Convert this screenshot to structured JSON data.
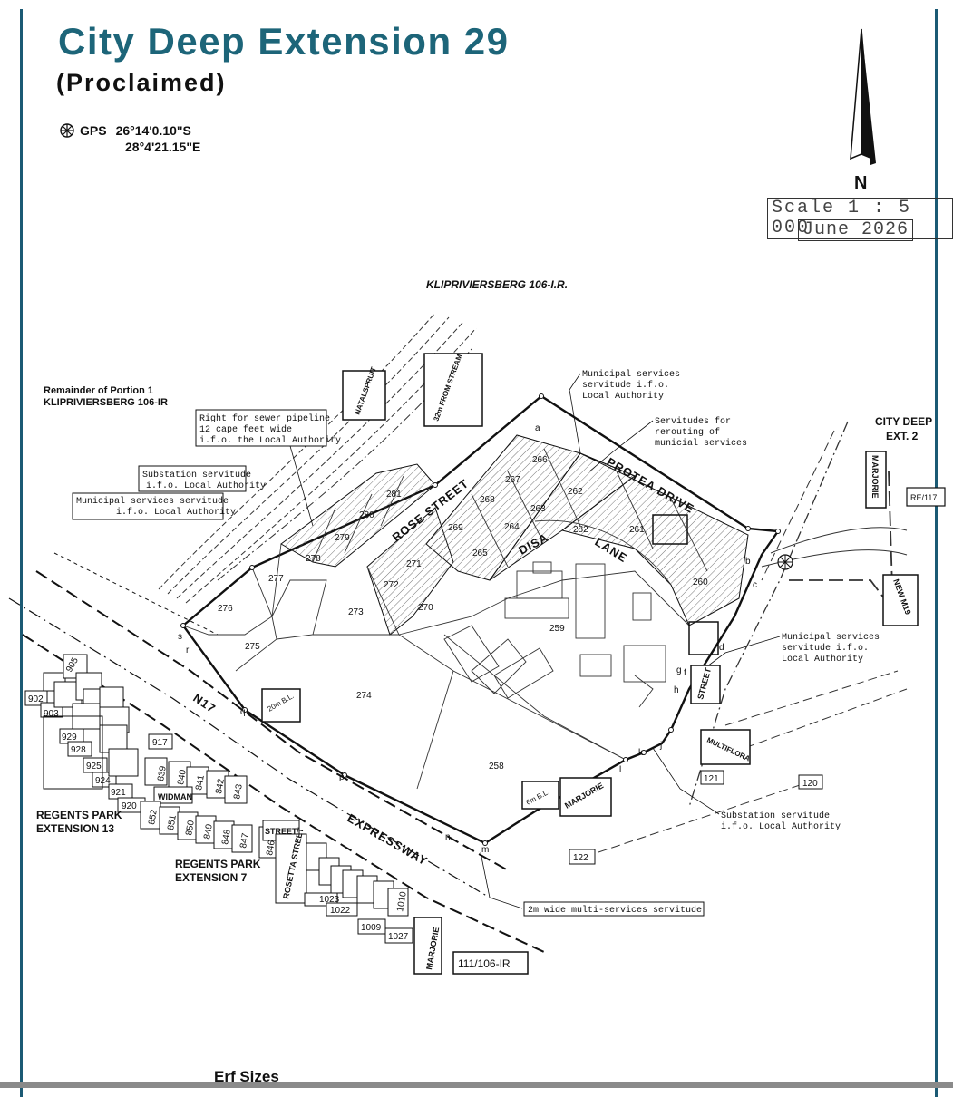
{
  "header": {
    "title": "City Deep Extension 29",
    "subtitle": "(Proclaimed)",
    "gps_label": "GPS",
    "gps_lat": "26°14'0.10\"S",
    "gps_lon": "28°4'21.15\"E",
    "gps_icon": "gps-marker-icon"
  },
  "north_arrow": {
    "label": "N",
    "icon": "north-arrow-icon"
  },
  "scale": {
    "text": "Scale 1 : 5 000",
    "date": "June 2026"
  },
  "colors": {
    "title": "#1d6579",
    "border": "#1b5a74",
    "ink": "#111111"
  },
  "map": {
    "farm_label": "KLIPRIVIERSBERG 106-I.R.",
    "remainder_label_1": "Remainder of Portion 1",
    "remainder_label_2": "KLIPRIVIERSBERG 106-IR",
    "city_deep_1": "CITY DEEP",
    "city_deep_2": "EXT. 2",
    "regents_13_1": "REGENTS PARK",
    "regents_13_2": "EXTENSION 13",
    "regents_7_1": "REGENTS PARK",
    "regents_7_2": "EXTENSION 7",
    "roads": {
      "rose": "ROSE STREET",
      "protea": "PROTEA DRIVE",
      "disa": "DISA LANE",
      "n17": "N17",
      "expressway": "EXPRESSWAY",
      "marjorie": "MARJORIE",
      "new_m19": "NEW M19",
      "multiflora": "MULTIFLORA",
      "street": "STREET",
      "widman": "WIDMAN",
      "rosetta": "ROSETTA STREET",
      "natalspruit": "NATALSPRUIT",
      "stream": "32m FROM STREAM"
    },
    "notes": {
      "sewer_1": "Right for sewer pipeline",
      "sewer_2": "12 cape feet wide",
      "sewer_3": "i.f.o. the Local Authority",
      "substation_1": "Substation servitude",
      "substation_2": "i.f.o. Local Authority",
      "municipal_1": "Municipal services servitude",
      "municipal_2": "i.f.o. Local Authority",
      "muni_top_1": "Municipal services",
      "muni_top_2": "servitude i.f.o.",
      "muni_top_3": "Local Authority",
      "reroute_1": "Servitudes for",
      "reroute_2": "rerouting of",
      "reroute_3": "municial services",
      "muni_right_1": "Municipal services",
      "muni_right_2": "servitude i.f.o.",
      "muni_right_3": "Local Authority",
      "subst_bottom_1": "Substation servitude",
      "subst_bottom_2": "i.f.o. Local Authority",
      "multi_servitude": "2m wide multi-services servitude",
      "bl20": "20m B.L.",
      "bl6": "6m B.L.",
      "re117": "RE/117",
      "portion": "111/106-IR"
    },
    "erven": [
      {
        "n": "281"
      },
      {
        "n": "280"
      },
      {
        "n": "279"
      },
      {
        "n": "278"
      },
      {
        "n": "277"
      },
      {
        "n": "276"
      },
      {
        "n": "275"
      },
      {
        "n": "274"
      },
      {
        "n": "273"
      },
      {
        "n": "272"
      },
      {
        "n": "271"
      },
      {
        "n": "270"
      },
      {
        "n": "269"
      },
      {
        "n": "268"
      },
      {
        "n": "267"
      },
      {
        "n": "266"
      },
      {
        "n": "265"
      },
      {
        "n": "264"
      },
      {
        "n": "263"
      },
      {
        "n": "262"
      },
      {
        "n": "261"
      },
      {
        "n": "260"
      },
      {
        "n": "259"
      },
      {
        "n": "258"
      },
      {
        "n": "282"
      }
    ],
    "outside_erven": [
      {
        "n": "121"
      },
      {
        "n": "120"
      },
      {
        "n": "122"
      },
      {
        "n": "917"
      },
      {
        "n": "929"
      },
      {
        "n": "928"
      },
      {
        "n": "925"
      },
      {
        "n": "924"
      },
      {
        "n": "921"
      },
      {
        "n": "920"
      },
      {
        "n": "903"
      },
      {
        "n": "902"
      },
      {
        "n": "905"
      },
      {
        "n": "839"
      },
      {
        "n": "840"
      },
      {
        "n": "841"
      },
      {
        "n": "842"
      },
      {
        "n": "843"
      },
      {
        "n": "852"
      },
      {
        "n": "851"
      },
      {
        "n": "850"
      },
      {
        "n": "849"
      },
      {
        "n": "848"
      },
      {
        "n": "847"
      },
      {
        "n": "846"
      },
      {
        "n": "1023"
      },
      {
        "n": "1022"
      },
      {
        "n": "1009"
      },
      {
        "n": "1027"
      },
      {
        "n": "1010"
      }
    ],
    "beacons": [
      "a",
      "b",
      "c",
      "d",
      "e",
      "f",
      "g",
      "h",
      "j",
      "k",
      "l",
      "m",
      "n",
      "p",
      "q",
      "r",
      "s"
    ]
  },
  "footer": {
    "text": "Erf Sizes"
  }
}
